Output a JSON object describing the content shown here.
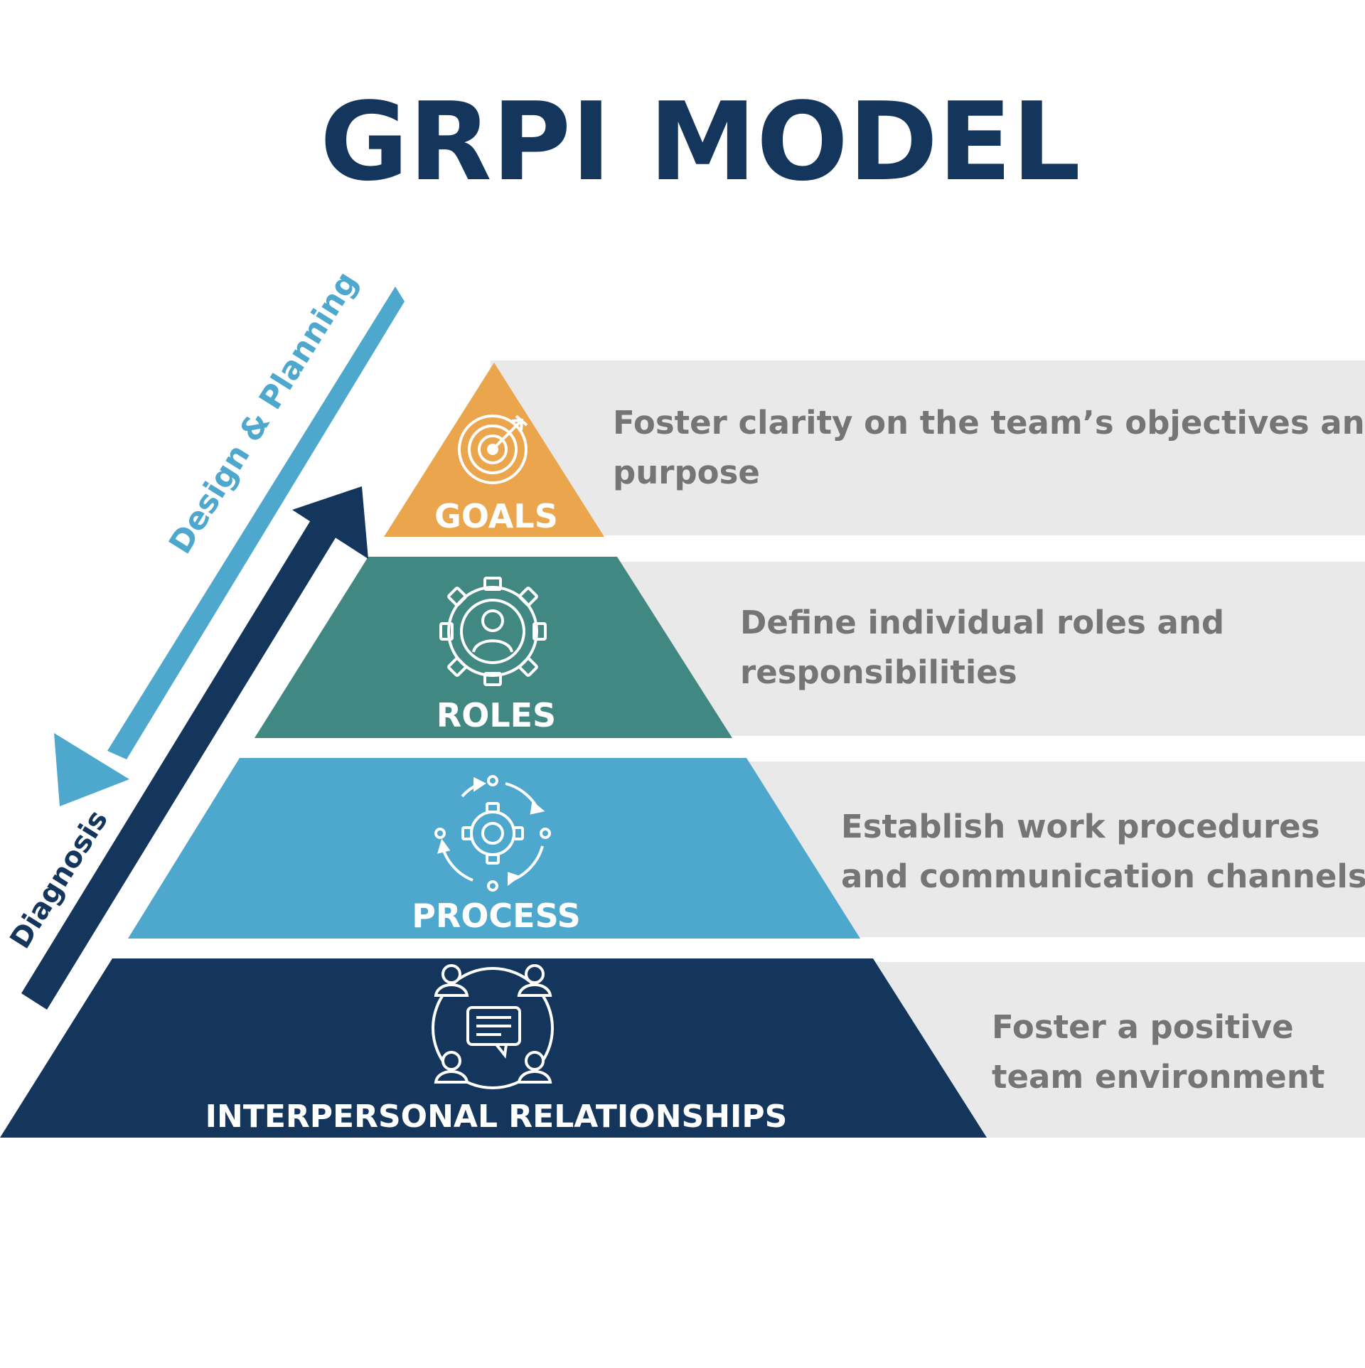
{
  "title": "GRPI MODEL",
  "colors": {
    "title": "#14365d",
    "goals": "#eba54d",
    "roles": "#418882",
    "process": "#4ea8cd",
    "interpersonal": "#14365d",
    "panel": "#e9e9e9",
    "description_text": "#757575",
    "design_arrow": "#4ea8cd",
    "diagnosis_arrow": "#14365d"
  },
  "arrows": {
    "design_planning": "Design & Planning",
    "diagnosis": "Diagnosis"
  },
  "layers": [
    {
      "label": "GOALS",
      "icon": "target-icon",
      "description_lines": [
        "Foster clarity on the team’s objectives and",
        "purpose"
      ]
    },
    {
      "label": "ROLES",
      "icon": "gear-person-icon",
      "description_lines": [
        "Define individual roles and",
        "responsibilities"
      ]
    },
    {
      "label": "PROCESS",
      "icon": "gear-cycle-icon",
      "description_lines": [
        "Establish work procedures",
        "and communication channels"
      ]
    },
    {
      "label": "INTERPERSONAL RELATIONSHIPS",
      "icon": "team-chat-icon",
      "description_lines": [
        "Foster a positive",
        "team environment"
      ]
    }
  ]
}
